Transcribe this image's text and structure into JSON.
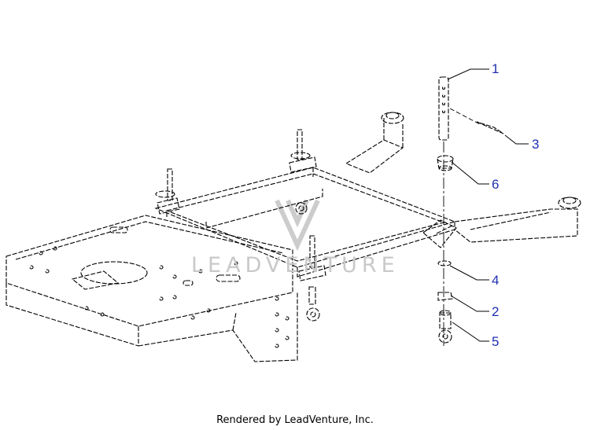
{
  "callouts": [
    {
      "label": "1"
    },
    {
      "label": "3"
    },
    {
      "label": "6"
    },
    {
      "label": "4"
    },
    {
      "label": "2"
    },
    {
      "label": "5"
    }
  ],
  "watermark": "LEADVENTURE",
  "footer": "Rendered by LeadVenture, Inc.",
  "colors": {
    "line": "#000000",
    "callout": "#1f2fb0",
    "watermark": "#c9c9c9"
  }
}
